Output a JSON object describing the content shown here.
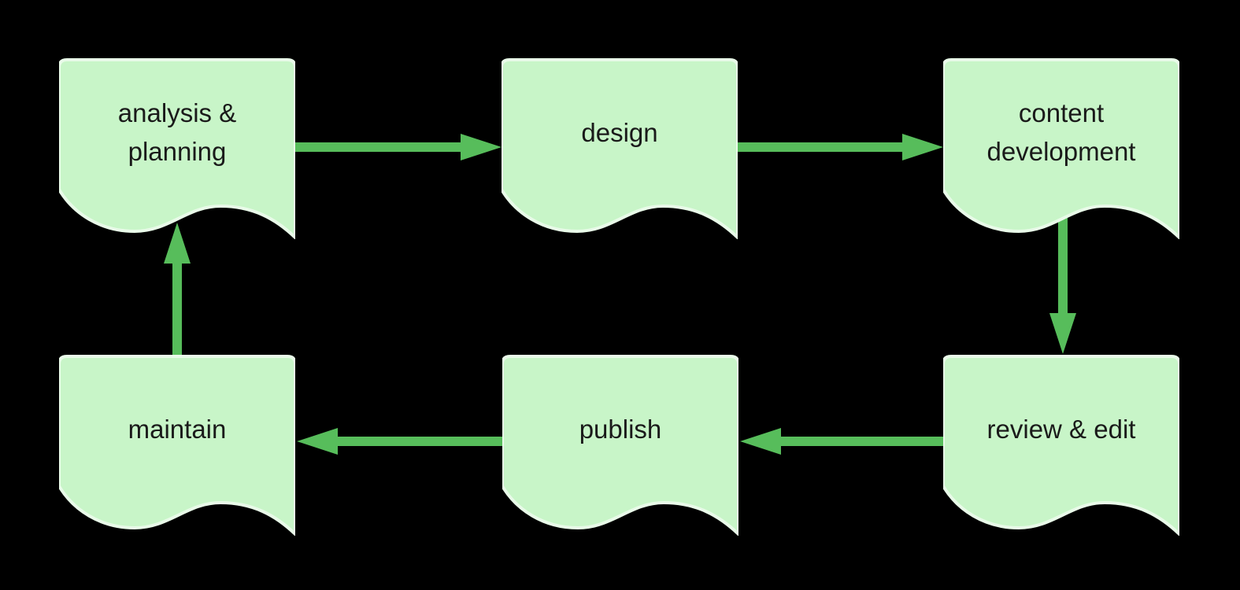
{
  "diagram": {
    "type": "flowchart-cycle",
    "node_shape": "document",
    "nodes": [
      {
        "id": "analysis-planning",
        "label": "analysis &\nplanning"
      },
      {
        "id": "design",
        "label": "design"
      },
      {
        "id": "content-development",
        "label": "content\ndevelopment"
      },
      {
        "id": "review-edit",
        "label": "review & edit"
      },
      {
        "id": "publish",
        "label": "publish"
      },
      {
        "id": "maintain",
        "label": "maintain"
      }
    ],
    "edges": [
      {
        "from": "analysis-planning",
        "to": "design",
        "direction": "right"
      },
      {
        "from": "design",
        "to": "content-development",
        "direction": "right"
      },
      {
        "from": "content-development",
        "to": "review-edit",
        "direction": "down"
      },
      {
        "from": "review-edit",
        "to": "publish",
        "direction": "left"
      },
      {
        "from": "publish",
        "to": "maintain",
        "direction": "left"
      },
      {
        "from": "maintain",
        "to": "analysis-planning",
        "direction": "up"
      }
    ]
  },
  "colors": {
    "background": "#000000",
    "node_fill": "#c8f5c8",
    "node_border": "#e9fbe9",
    "arrow": "#57bd5b",
    "text": "#1a1a1a"
  }
}
